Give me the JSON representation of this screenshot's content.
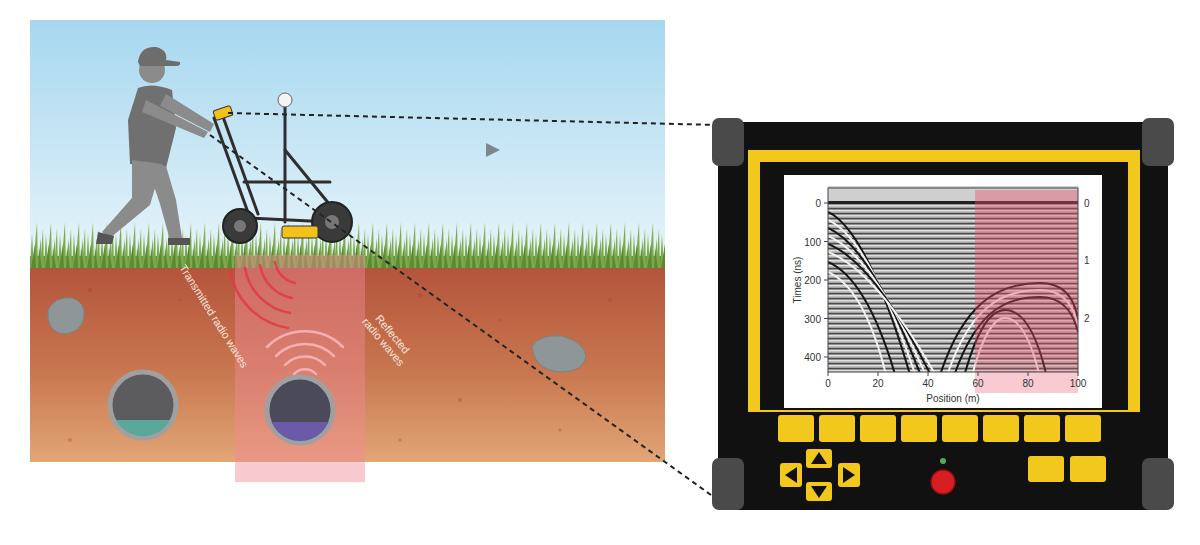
{
  "diagram": {
    "labels": [
      "Transmitted radio waves",
      "Reflected radio waves",
      "0",
      "100",
      "200",
      "300",
      "400",
      "Times (ns)",
      "0",
      "20",
      "40",
      "60",
      "80",
      "100",
      "Position (m)",
      "0",
      "1",
      "2"
    ]
  }
}
